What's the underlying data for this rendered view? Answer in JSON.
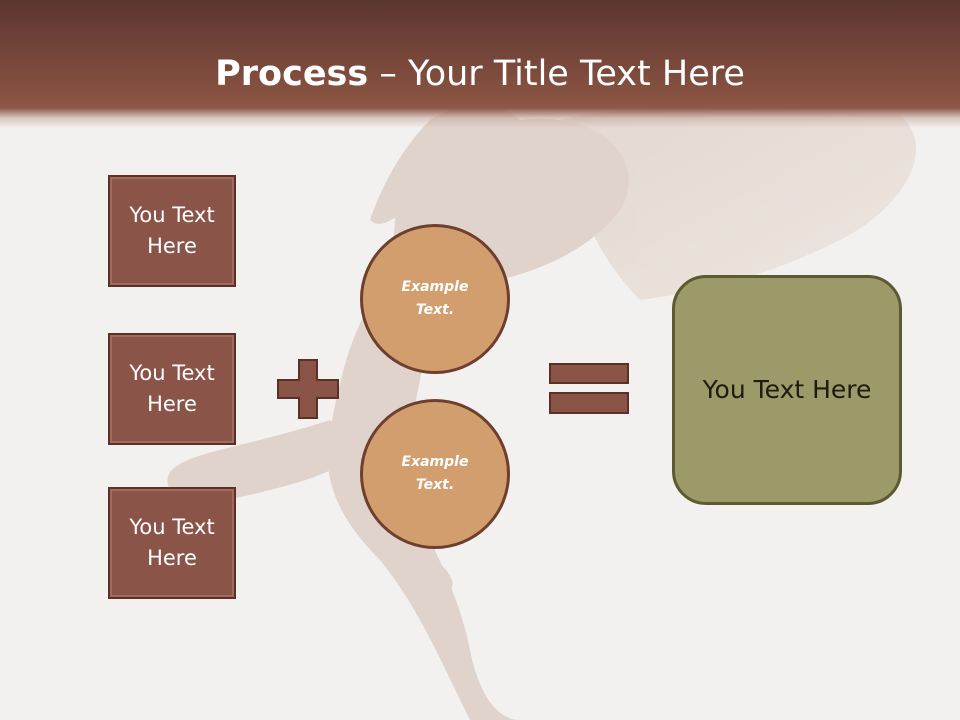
{
  "slide": {
    "title_bold": "Process",
    "title_dash": " – ",
    "title_rest": "Your Title Text Here"
  },
  "left_boxes": [
    {
      "label": "You Text Here"
    },
    {
      "label": "You Text Here"
    },
    {
      "label": "You Text Here"
    }
  ],
  "circles": [
    {
      "label": "Example Text."
    },
    {
      "label": "Example Text."
    }
  ],
  "result_box": {
    "label": "You Text Here"
  },
  "colors": {
    "header": "#7a4a3e",
    "box_fill": "#8a5448",
    "circle_fill": "#d29e6e",
    "result_fill": "#9b9a68",
    "operator_fill": "#8a5448"
  },
  "icons": {
    "plus": "plus-icon",
    "equals": "equals-icon"
  }
}
